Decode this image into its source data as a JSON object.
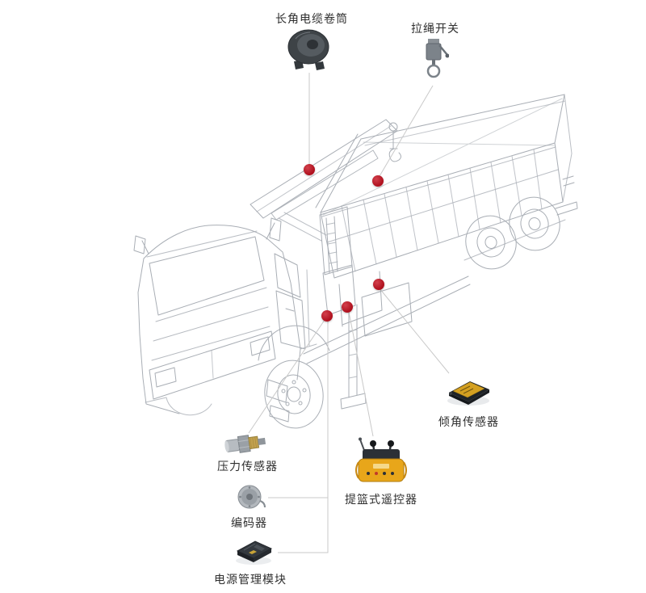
{
  "labels": {
    "cable_reel": "长角电缆卷筒",
    "pull_switch": "拉绳开关",
    "tilt_sensor": "倾角传感器",
    "pressure_sensor": "压力传感器",
    "encoder": "编码器",
    "remote_control": "提篮式遥控器",
    "power_module": "电源管理模块"
  },
  "colors": {
    "marker": "#b0121f",
    "connector": "#c9c9c9",
    "artwork": "#a9aeb5",
    "remote_body_yellow": "#e8a61a",
    "tilt_sensor_label_yellow": "#d4a021"
  }
}
